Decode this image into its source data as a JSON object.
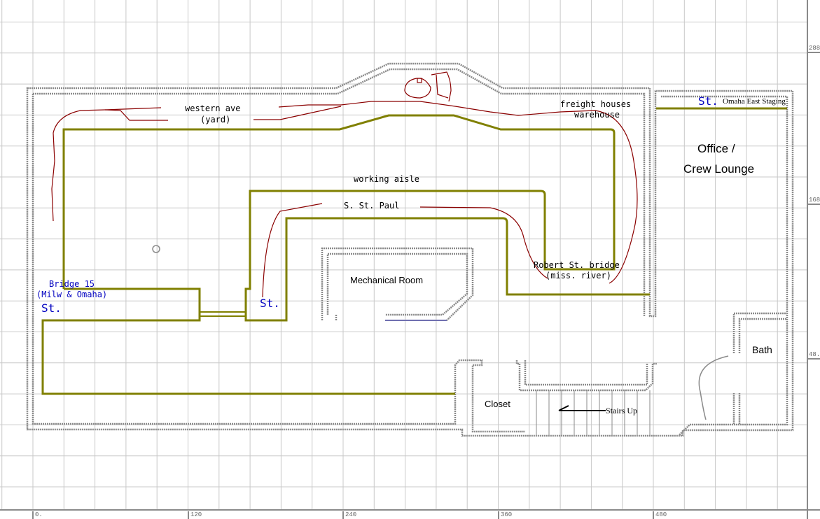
{
  "labels": {
    "western_ave": "western ave",
    "yard": "(yard)",
    "freight_houses": "freight houses",
    "warehouse": "warehouse",
    "working_aisle": "working aisle",
    "s_st_paul": "S. St. Paul",
    "robert_st_bridge": "Robert St. bridge",
    "miss_river": "(miss. river)",
    "bridge_15": "Bridge 15",
    "milw_omaha": "(Milw & Omaha)",
    "st_left": "St.",
    "st_middle": "St.",
    "st_staging": "St.",
    "omaha_east_staging": "Omaha East Staging",
    "office": "Office /",
    "crew_lounge": "Crew Lounge",
    "mechanical_room": "Mechanical Room",
    "closet": "Closet",
    "stairs_up": "Stairs Up",
    "bath": "Bath"
  },
  "ruler": {
    "x_ticks": [
      "0.",
      "120",
      "240",
      "360",
      "480"
    ],
    "y_ticks": [
      "288",
      "168",
      "48."
    ]
  },
  "colors": {
    "track": "#808000",
    "sketch": "#8b0000",
    "wall": "#8a8a8a",
    "grid": "#c8c8c8",
    "label_blue": "#0000c0"
  }
}
